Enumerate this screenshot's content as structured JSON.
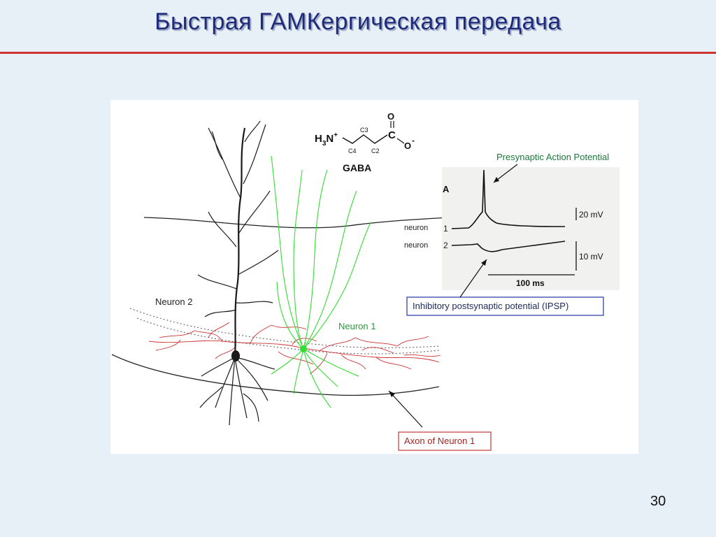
{
  "slide": {
    "title": "Быстрая ГАМКергическая передача",
    "page_number": "30"
  },
  "figure": {
    "gaba": {
      "formula_main": "H",
      "formula_sub": "3",
      "formula_n": "N",
      "formula_plus": "+",
      "c4": "C4",
      "c3": "C3",
      "c2": "C2",
      "c": "C",
      "o_top": "O",
      "o_right": "O",
      "o_minus": "-",
      "name": "GABA"
    },
    "labels": {
      "neuron2": "Neuron 2",
      "neuron1": "Neuron 1",
      "presynaptic": "Presynaptic Action Potential",
      "ipsp": "Inhibitory postsynaptic potential (IPSP)",
      "axon": "Axon of Neuron 1"
    },
    "recording": {
      "panel_letter": "A",
      "trace1_label": "neuron",
      "trace1_num": "1",
      "trace2_label": "neuron",
      "trace2_num": "2",
      "scale_20": "20 mV",
      "scale_10": "10 mV",
      "scale_time": "100 ms"
    },
    "colors": {
      "neuron2": "#1a1a1a",
      "neuron1": "#33dd33",
      "axon": "#cc3333",
      "ipsp_box": "#3344aa",
      "axon_box": "#cc4444",
      "presynaptic_text": "#1a7a3a"
    }
  }
}
